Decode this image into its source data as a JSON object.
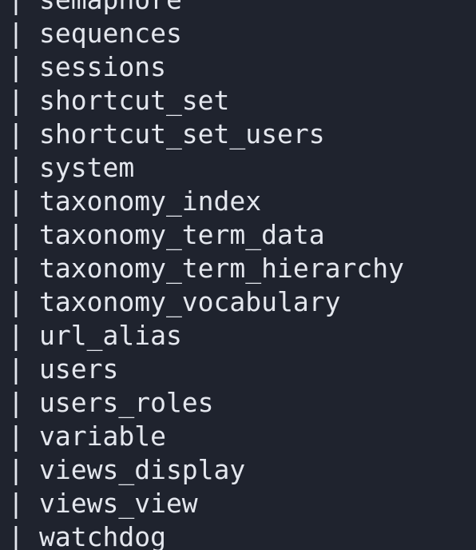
{
  "terminal": {
    "separator": "|",
    "rows": [
      "semaphore",
      "sequences",
      "sessions",
      "shortcut_set",
      "shortcut_set_users",
      "system",
      "taxonomy_index",
      "taxonomy_term_data",
      "taxonomy_term_hierarchy",
      "taxonomy_vocabulary",
      "url_alias",
      "users",
      "users_roles",
      "variable",
      "views_display",
      "views_view",
      "watchdog"
    ]
  }
}
